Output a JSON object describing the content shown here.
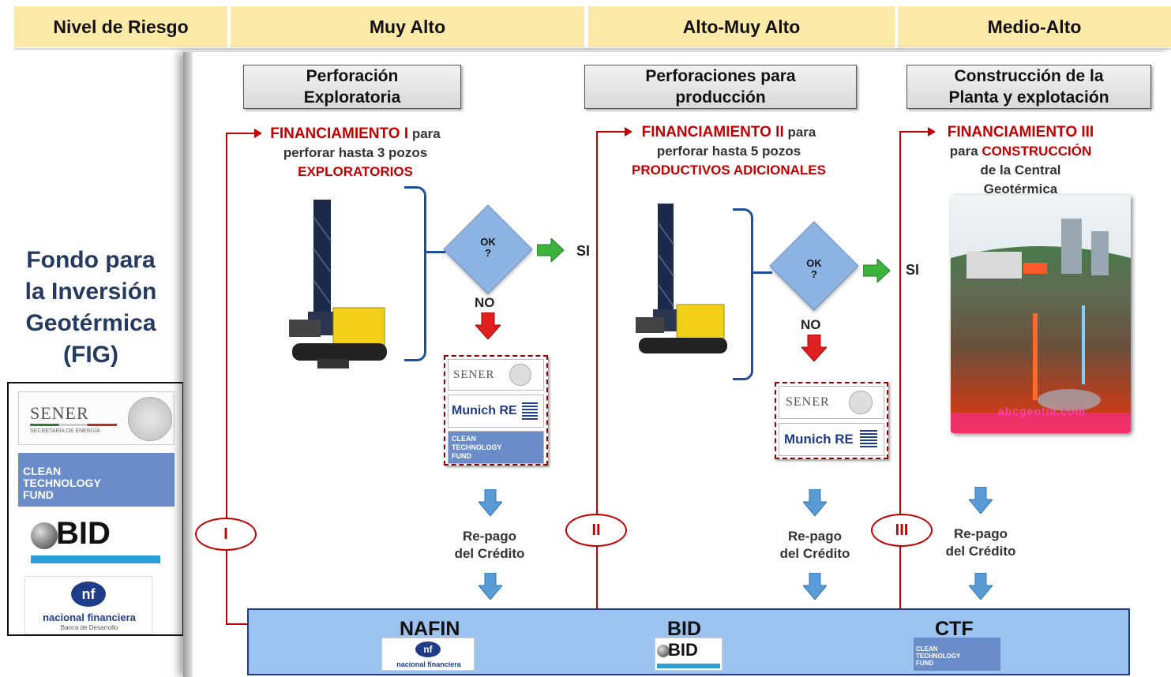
{
  "header": {
    "risk_label": "Nivel de Riesgo",
    "col1": "Muy Alto",
    "col2": "Alto-Muy Alto",
    "col3": "Medio-Alto"
  },
  "fund_title": "Fondo para\nla Inversión\nGeotérmica\n(FIG)",
  "stages": [
    {
      "title": "Perforación\nExploratoria"
    },
    {
      "title": "Perforaciones para\nproducción"
    },
    {
      "title": "Construcción de la\nPlanta y explotación"
    }
  ],
  "financing": [
    {
      "name": "FINANCIAMIENTO I",
      "line1_suffix": " para",
      "line2": "perforar  hasta  3 pozos",
      "line3": "EXPLORATORIOS"
    },
    {
      "name": "FINANCIAMIENTO II",
      "line1_suffix": " para",
      "line2": "perforar  hasta  5 pozos",
      "line3": "PRODUCTIVOS  ADICIONALES"
    },
    {
      "name": "FINANCIAMIENTO III",
      "line2_prefix": "para ",
      "line2_red": "CONSTRUCCIÓN",
      "line3": "de la Central",
      "line4": "Geotérmica"
    }
  ],
  "decision": {
    "ok": "OK",
    "q": "?",
    "yes": "SI",
    "no": "NO"
  },
  "roman": [
    "I",
    "II",
    "III"
  ],
  "repago": {
    "line1": "Re-pago",
    "line2": "del Crédito"
  },
  "logos": {
    "sener": "SENER",
    "sener_sub": "SECRETARÍA DE ENERGÍA",
    "munich": "Munich RE",
    "ctf_1": "CLEAN",
    "ctf_2": "TECHNOLOGY",
    "ctf_3": "FUND",
    "bid": "BID",
    "nafin": "nacional financiera",
    "nafin_sub": "Banca de Desarrollo",
    "nafin_mark": "nf"
  },
  "watermark": "abcgeotia.com",
  "institutions": [
    "NAFIN",
    "BID",
    "CTF"
  ],
  "colors": {
    "header_bg": "#fde9a8",
    "accent_red": "#c00000",
    "bar_blue": "#9cc3f0",
    "diamond": "#8eb4e3",
    "title_blue": "#243a5e"
  }
}
